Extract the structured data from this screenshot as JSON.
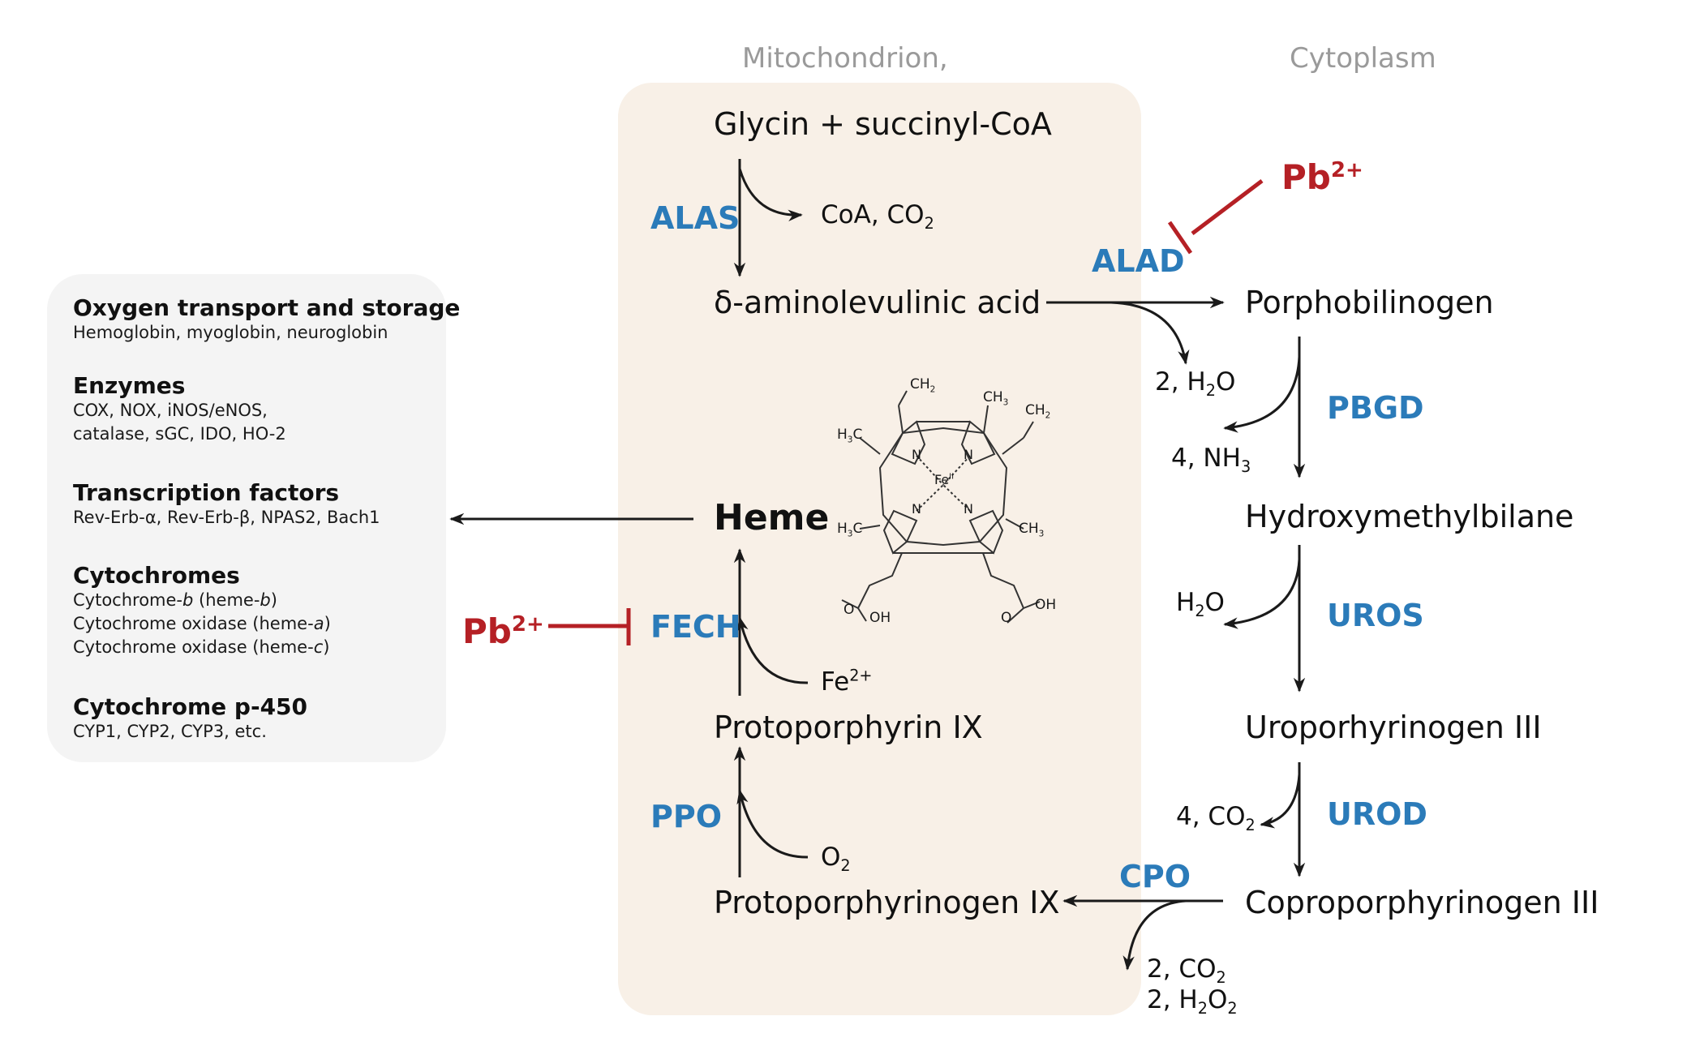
{
  "compartments": {
    "mitochondrion": "Mitochondrion,",
    "cytoplasm": "Cytoplasm"
  },
  "metabolites": {
    "glycin": "Glycin + succinyl-CoA",
    "ala": "δ-aminolevulinic acid",
    "pbg": "Porphobilinogen",
    "hmb": "Hydroxymethylbilane",
    "uro3": "Uroporhyrinogen III",
    "copro3": "Coproporphyrinogen III",
    "protogen": "Protoporphyrinogen IX",
    "proto": "Protoporphyrin IX",
    "heme": "Heme"
  },
  "enzymes": {
    "alas": "ALAS",
    "alad": "ALAD",
    "pbgd": "PBGD",
    "uros": "UROS",
    "urod": "UROD",
    "cpo": "CPO",
    "ppo": "PPO",
    "fech": "FECH"
  },
  "inhibitor": {
    "base": "Pb",
    "sup": "2+"
  },
  "byproducts": {
    "coa": {
      "a": "CoA, CO",
      "sub": "2"
    },
    "h2o_ala": {
      "a": "2, H",
      "sub": "2",
      "b": "O"
    },
    "nh3": {
      "a": "4, NH",
      "sub": "3"
    },
    "h2o_uros": {
      "a": "H",
      "sub": "2",
      "b": "O"
    },
    "co2_urod": {
      "a": "4, CO",
      "sub": "2"
    },
    "co2_cpo": {
      "a": "2, CO",
      "sub": "2"
    },
    "h2o2_cpo": {
      "a": "2, H",
      "sub1": "2",
      "b": "O",
      "sub2": "2"
    },
    "o2": {
      "a": "O",
      "sub": "2"
    },
    "fe": {
      "a": "Fe",
      "sup": "2+"
    }
  },
  "structure_labels": {
    "ch2_top": {
      "a": "CH",
      "sub": "2"
    },
    "ch3_top": {
      "a": "CH",
      "sub": "3"
    },
    "ch2_right": {
      "a": "CH",
      "sub": "2"
    },
    "h3c_left": {
      "a": "H",
      "sub": "3",
      "b": "C"
    },
    "h3c_left2": {
      "a": "H",
      "sub": "3",
      "b": "C"
    },
    "ch3_right": {
      "a": "CH",
      "sub": "3"
    },
    "n": "N",
    "fe": {
      "a": "Fe",
      "sup": "II"
    },
    "o": "O",
    "oh": "OH"
  },
  "functions": [
    {
      "heading": "Oxygen transport and storage",
      "items": [
        "Hemoglobin, myoglobin, neuroglobin"
      ]
    },
    {
      "heading": "Enzymes",
      "items": [
        "COX, NOX, iNOS/eNOS,",
        "catalase, sGC, IDO, HO-2"
      ]
    },
    {
      "heading": "Transcription factors",
      "items": [
        "Rev-Erb-α, Rev-Erb-β, NPAS2, Bach1"
      ]
    },
    {
      "heading": "Cytochromes",
      "items": [
        {
          "a": "Cytochrome-",
          "i1": "b",
          "b": " (heme-",
          "i2": "b",
          "c": ")"
        },
        {
          "a": "Cytochrome oxidase (heme-",
          "i1": "a",
          "b": ")"
        },
        {
          "a": "Cytochrome oxidase (heme-",
          "i1": "c",
          "b": ")"
        }
      ]
    },
    {
      "heading": "Cytochrome p-450",
      "items": [
        "CYP1, CYP2, CYP3, etc."
      ]
    }
  ],
  "colors": {
    "enzyme": "#2b7bb9",
    "inhibitor": "#b52025",
    "mitochondrion_fill": "#f8f0e7",
    "function_box_fill": "#f4f4f4",
    "compartment_label": "#9a9a9a"
  }
}
